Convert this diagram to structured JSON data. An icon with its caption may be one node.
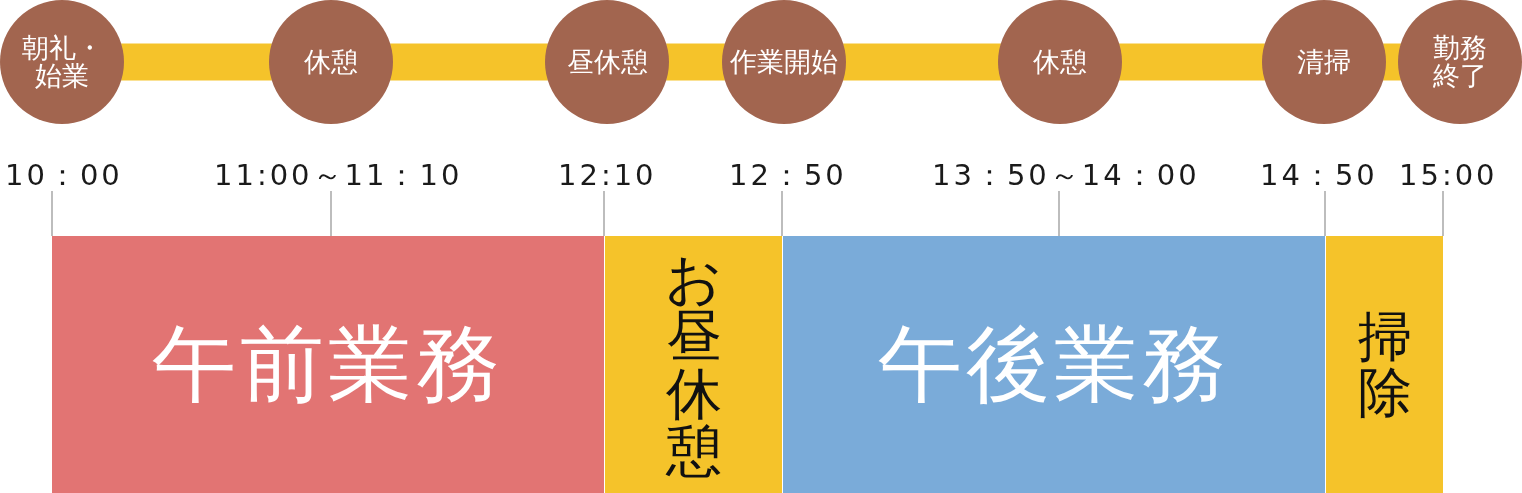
{
  "diagram": {
    "nodes": [
      {
        "text": [
          "朝礼・始業"
        ]
      },
      {
        "text": [
          "休憩"
        ]
      },
      {
        "text": [
          "昼休憩"
        ]
      },
      {
        "text": [
          "作業開始"
        ]
      },
      {
        "text": [
          "休憩"
        ]
      },
      {
        "text": [
          "清掃"
        ]
      },
      {
        "text": [
          "勤務終了"
        ]
      },
      {
        "text": [
          "10：00"
        ]
      },
      {
        "text": [
          "11:00～11：10"
        ]
      },
      {
        "text": [
          "12:10"
        ]
      },
      {
        "text": [
          "12：50"
        ]
      },
      {
        "text": [
          "13：50～14：00"
        ]
      },
      {
        "text": [
          "14：50"
        ]
      },
      {
        "text": [
          "15:00"
        ]
      },
      {
        "text": [
          "午前業務"
        ]
      },
      {
        "text": [
          "お昼休憩"
        ]
      },
      {
        "text": [
          "午後業務"
        ]
      },
      {
        "text": [
          "掃除"
        ]
      }
    ],
    "edges": [
      {
        "from": 0,
        "to": 1,
        "arrow": "none",
        "style": "thick",
        "color": "#f5c32a"
      },
      {
        "from": 1,
        "to": 2,
        "arrow": "none",
        "style": "thick",
        "color": "#f5c32a"
      },
      {
        "from": 2,
        "to": 3,
        "arrow": "none",
        "style": "thick",
        "color": "#f5c32a"
      },
      {
        "from": 3,
        "to": 4,
        "arrow": "none",
        "style": "thick",
        "color": "#f5c32a"
      },
      {
        "from": 4,
        "to": 5,
        "arrow": "none",
        "style": "thick",
        "color": "#f5c32a"
      },
      {
        "from": 5,
        "to": 6,
        "arrow": "none",
        "style": "thick",
        "color": "#f5c32a"
      },
      {
        "from": 7,
        "to": 14,
        "arrow": "none"
      },
      {
        "from": 8,
        "to": 14,
        "arrow": "none"
      },
      {
        "from": 9,
        "to": 15,
        "arrow": "none"
      },
      {
        "from": 10,
        "to": 15,
        "arrow": "none"
      },
      {
        "from": 11,
        "to": 16,
        "arrow": "none"
      },
      {
        "from": 12,
        "to": 17,
        "arrow": "none"
      },
      {
        "from": 13,
        "to": 17,
        "arrow": "none"
      }
    ]
  }
}
